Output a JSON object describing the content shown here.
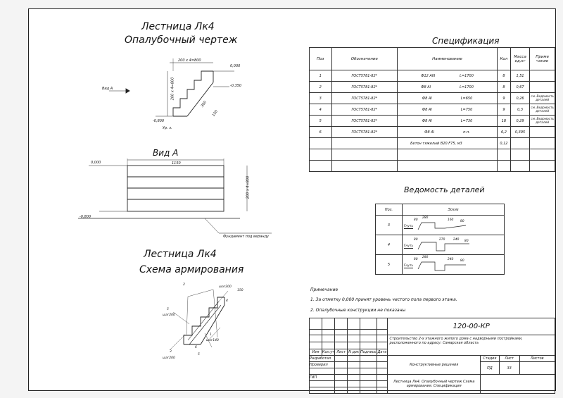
{
  "titles": {
    "formwork_1": "Лестница Лк4",
    "formwork_2": "Опалубочный чертеж",
    "view_a": "Вид А",
    "rebar_1": "Лестница Лк4",
    "rebar_2": "Схема армирования",
    "spec": "Спецификация",
    "parts": "Ведомость деталей"
  },
  "drawing_labels": {
    "top_dim": "200 х 4=800",
    "side_dim": "200 х 4=800",
    "level_top": "0,000",
    "level_mid": "-0,350",
    "level_bot": "-0,800",
    "view_ref": "Вид А",
    "floor": "Ур. з.",
    "dim_300": "300",
    "dim_150": "150",
    "va_level": "0,000",
    "va_width": "1150",
    "va_height": "200 х 4=800",
    "va_low": "-0,800",
    "foundation": "Фундамент под веранду",
    "r_step200a": "шаг200",
    "r_step200b": "шаг200",
    "r_step200c": "шаг200",
    "r_step140": "шаг140",
    "r_1": "1",
    "r_2": "2",
    "r_3": "3",
    "r_4": "4",
    "r_5": "5",
    "r_6": "6",
    "r_5a": "5",
    "r_150": "150"
  },
  "spec": {
    "headers": [
      "Поз",
      "Обозначение",
      "Наименование",
      "Кол",
      "Масса ед,кг",
      "Приме чание"
    ],
    "rows": [
      {
        "pos": "1",
        "doc": "ГОСТ5781-82*",
        "name": "Ф12 АIII",
        "len": "L=1700",
        "qty": "8",
        "mass": "1,51",
        "note": ""
      },
      {
        "pos": "2",
        "doc": "ГОСТ5781-82*",
        "name": "Ф8 АI",
        "len": "L=1700",
        "qty": "8",
        "mass": "0,67",
        "note": ""
      },
      {
        "pos": "3",
        "doc": "ГОСТ5781-82*",
        "name": "Ф8 АI",
        "len": "L=650",
        "qty": "9",
        "mass": "0,26",
        "note": "см. Ведомость деталей"
      },
      {
        "pos": "4",
        "doc": "ГОСТ5781-82*",
        "name": "Ф8 АI",
        "len": "L=750",
        "qty": "9",
        "mass": "0,3",
        "note": "см. Ведомость деталей"
      },
      {
        "pos": "5",
        "doc": "ГОСТ5781-82*",
        "name": "Ф8 АI",
        "len": "L=730",
        "qty": "18",
        "mass": "0,29",
        "note": "см. Ведомость деталей"
      },
      {
        "pos": "6",
        "doc": "ГОСТ5781-82*",
        "name": "Ф8 АI",
        "len": "п.п.",
        "qty": "6,2",
        "mass": "0,395",
        "note": ""
      },
      {
        "pos": "",
        "doc": "",
        "name": "Бетон тяжелый В20 F75, м3",
        "len": "",
        "qty": "0,12",
        "mass": "",
        "note": ""
      }
    ]
  },
  "parts": {
    "headers": [
      "Поз.",
      "Эскиз"
    ],
    "rows": [
      {
        "pos": "3",
        "a": "80",
        "b": "280",
        "c": "160",
        "d": "80",
        "hook": "Гнуть"
      },
      {
        "pos": "4",
        "a": "80",
        "b": "270",
        "c": "240",
        "d": "80",
        "hook": "Гнуть"
      },
      {
        "pos": "5",
        "a": "80",
        "b": "280",
        "c": "240",
        "d": "80",
        "hook": "Гнуть"
      }
    ]
  },
  "notes": {
    "heading": "Примечание",
    "n1": "1. За отметку 0,000 принят уровень чистого пола первого этажа.",
    "n2": "2. Опалубочные конструкции не показаны"
  },
  "stamp": {
    "code": "120-00-КР",
    "object": "Строительство 2-х этажного жилого дома с надворными постройками, расположенного по адресу: Самарская область",
    "section": "Конструктивные решения",
    "sheet_title": "Лестница Лк4. Опалубочный чертеж Схема армирования. Спецификация",
    "col_izm": "Изм",
    "col_kol": "Кол.уч",
    "col_list": "Лист",
    "col_ndok": "N док",
    "col_podp": "Подпись",
    "col_data": "Дата",
    "role1": "Разработал",
    "role2": "Проверил",
    "role3": "ГИП",
    "stage_h": "Стадия",
    "list_h": "Лист",
    "lists_h": "Листов",
    "stage": "ПД",
    "list": "33"
  }
}
